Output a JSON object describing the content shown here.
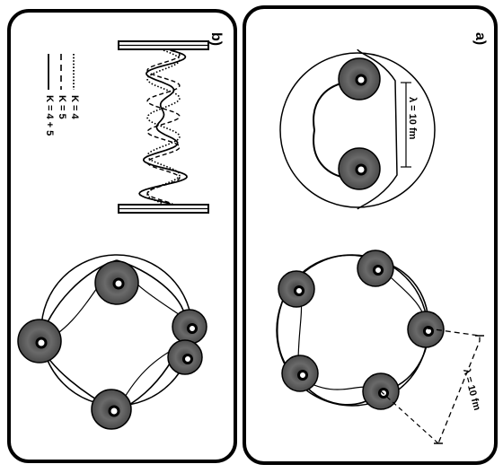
{
  "panels": {
    "a": {
      "label": "a)",
      "wavelength_top": "λ = 10 fm",
      "wavelength_bottom": "λ = 10 fm"
    },
    "b": {
      "label": "b)"
    }
  },
  "legend": [
    {
      "label": "K = 4",
      "style": "dotted"
    },
    {
      "label": "K = 5",
      "style": "dashed"
    },
    {
      "label": "K = 4 + 5",
      "style": "solid"
    }
  ],
  "colors": {
    "ink": "#000000",
    "paper": "#ffffff",
    "nucleus": "#5a5a5a"
  }
}
